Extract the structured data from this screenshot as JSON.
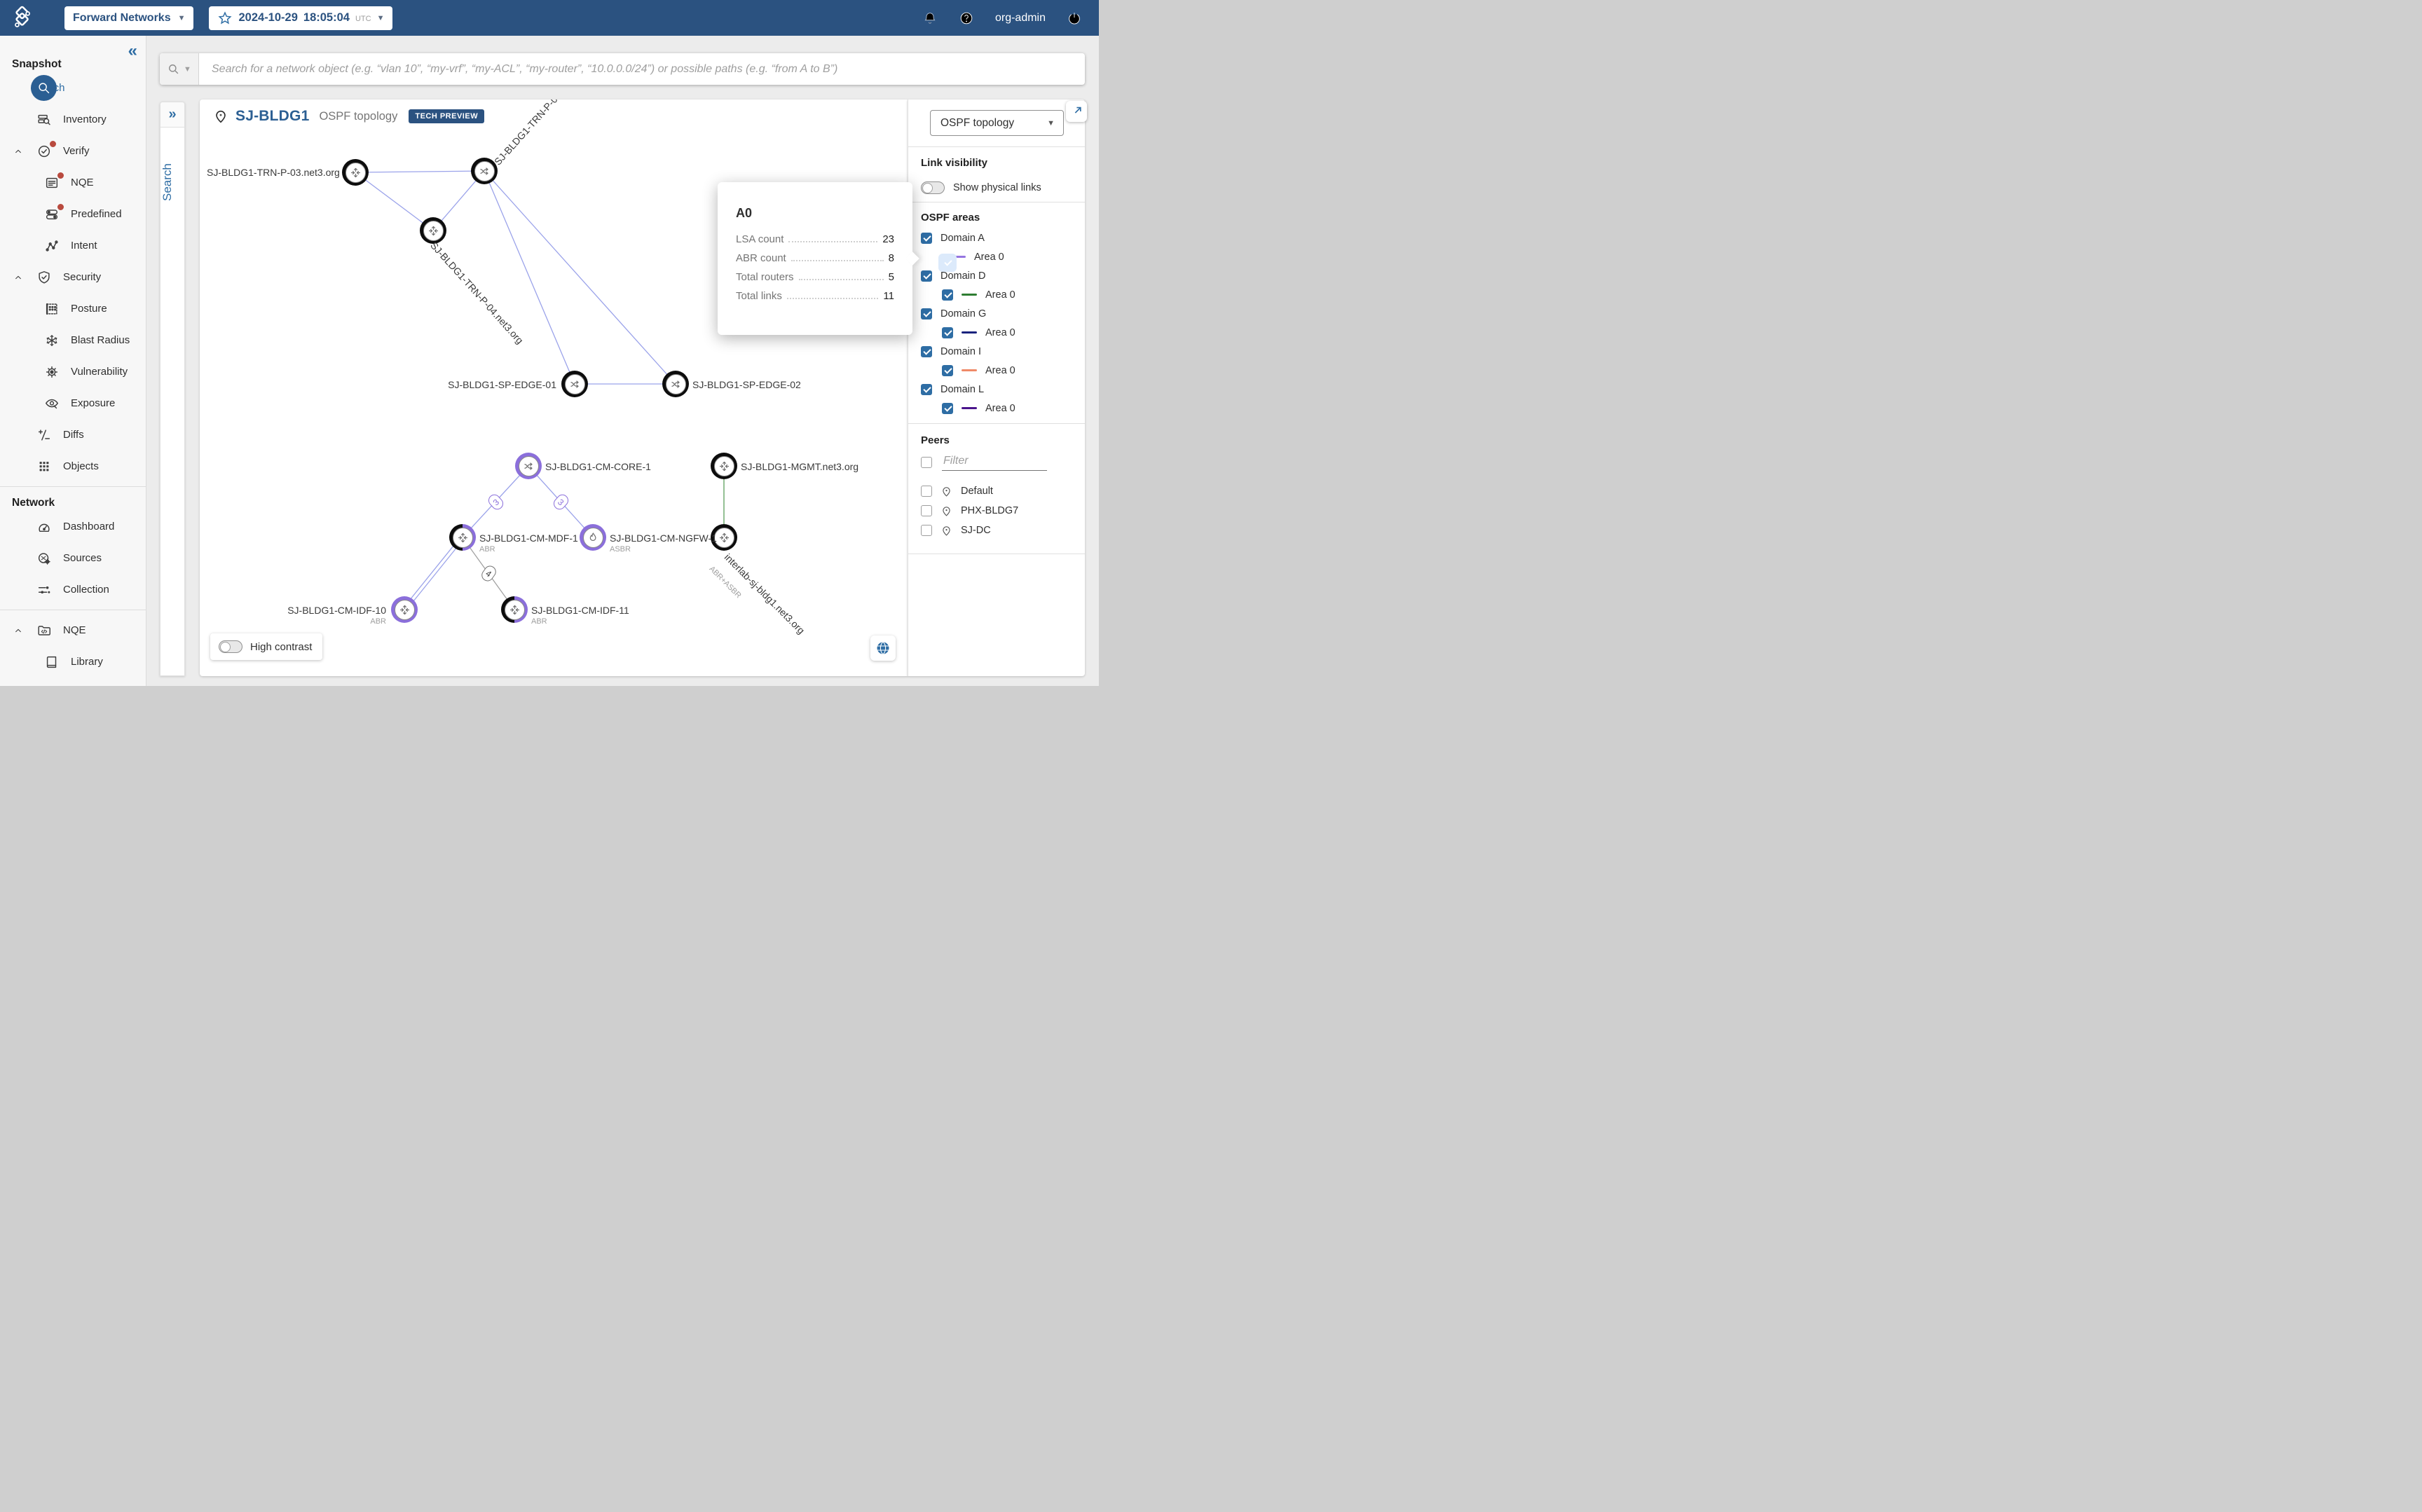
{
  "topbar": {
    "brand": "Forward Networks",
    "date": "2024-10-29",
    "time": "18:05:04",
    "timezone": "UTC",
    "username": "org-admin"
  },
  "sidebar": {
    "section_snapshot": "Snapshot",
    "section_network": "Network",
    "items": [
      {
        "label": "Search"
      },
      {
        "label": "Inventory"
      },
      {
        "label": "Verify"
      },
      {
        "label": "NQE"
      },
      {
        "label": "Predefined"
      },
      {
        "label": "Intent"
      },
      {
        "label": "Security"
      },
      {
        "label": "Posture"
      },
      {
        "label": "Blast Radius"
      },
      {
        "label": "Vulnerability"
      },
      {
        "label": "Exposure"
      },
      {
        "label": "Diffs"
      },
      {
        "label": "Objects"
      },
      {
        "label": "Dashboard"
      },
      {
        "label": "Sources"
      },
      {
        "label": "Collection"
      },
      {
        "label": "NQE"
      },
      {
        "label": "Library"
      }
    ]
  },
  "search": {
    "placeholder": "Search for a network object (e.g. “vlan 10”, “my-vrf”, “my-ACL”, “my-router”, “10.0.0.0/24”) or possible paths (e.g. “from A to B”)"
  },
  "side_tab": {
    "label": "Search"
  },
  "topology": {
    "site": "SJ-BLDG1",
    "view_label": "OSPF topology",
    "badge": "TECH PREVIEW",
    "high_contrast_label": "High contrast",
    "nodes": [
      {
        "name": "SJ-BLDG1-TRN-P-03.net3.org",
        "role": ""
      },
      {
        "name": "SJ-BLDG1-TRN-P-0",
        "role": ""
      },
      {
        "name": "SJ-BLDG1-TRN-P-04.net3.org",
        "role": ""
      },
      {
        "name": "SJ-BLDG1-SP-EDGE-01",
        "role": ""
      },
      {
        "name": "SJ-BLDG1-SP-EDGE-02",
        "role": ""
      },
      {
        "name": "SJ-BLDG1-CM-CORE-1",
        "role": ""
      },
      {
        "name": "SJ-BLDG1-MGMT.net3.org",
        "role": ""
      },
      {
        "name": "SJ-BLDG1-CM-MDF-1",
        "role": "ABR"
      },
      {
        "name": "SJ-BLDG1-CM-NGFW-1",
        "role": "ASBR"
      },
      {
        "name": "interlab-sj-bldg1.net3.org",
        "role": "ABR+ASBR"
      },
      {
        "name": "SJ-BLDG1-CM-IDF-10",
        "role": "ABR"
      },
      {
        "name": "SJ-BLDG1-CM-IDF-11",
        "role": "ABR"
      }
    ],
    "link_badges": [
      "3",
      "3",
      "4"
    ]
  },
  "tooltip": {
    "title": "A0",
    "rows": [
      {
        "label": "LSA count",
        "value": "23"
      },
      {
        "label": "ABR count",
        "value": "8"
      },
      {
        "label": "Total routers",
        "value": "5"
      },
      {
        "label": "Total links",
        "value": "11"
      }
    ]
  },
  "panel": {
    "view_selector": "OSPF topology",
    "link_visibility_header": "Link visibility",
    "physical_links_label": "Show physical links",
    "ospf_areas_header": "OSPF areas",
    "domains": [
      {
        "name": "Domain A",
        "area": "Area 0",
        "color": "#9575e0"
      },
      {
        "name": "Domain D",
        "area": "Area 0",
        "color": "#2e7d32"
      },
      {
        "name": "Domain G",
        "area": "Area 0",
        "color": "#1a237e"
      },
      {
        "name": "Domain I",
        "area": "Area 0",
        "color": "#ef8a68"
      },
      {
        "name": "Domain L",
        "area": "Area 0",
        "color": "#4a148c"
      }
    ],
    "peers_header": "Peers",
    "filter_placeholder": "Filter",
    "peers": [
      {
        "name": "Default"
      },
      {
        "name": "PHX-BLDG7"
      },
      {
        "name": "SJ-DC"
      }
    ]
  },
  "colors": {
    "accent": "#2e6da4",
    "topbar": "#2b5280",
    "lavender_link": "#9ba3ea",
    "purple_ring": "#8b6fdb",
    "green_link": "#5b9e5b",
    "badge_red": "#b94a3e"
  }
}
